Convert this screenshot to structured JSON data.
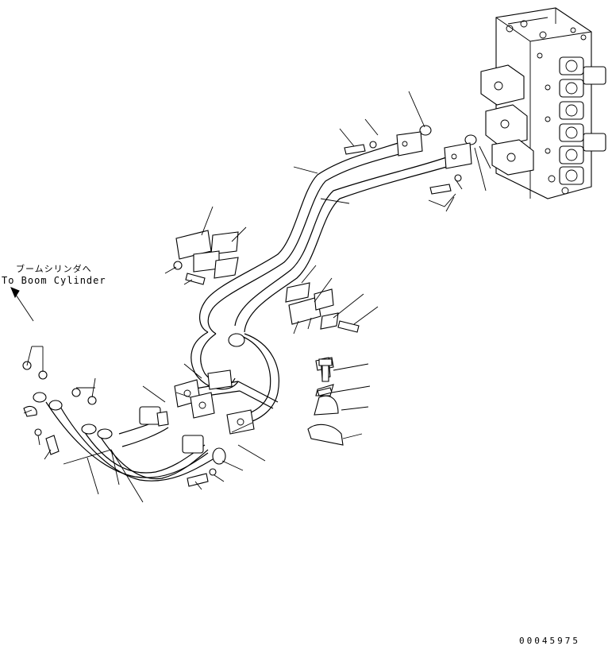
{
  "labels": {
    "destination_jp": "ブームシリンダへ",
    "destination_en": "To Boom Cylinder"
  },
  "drawing_number": "00045975"
}
